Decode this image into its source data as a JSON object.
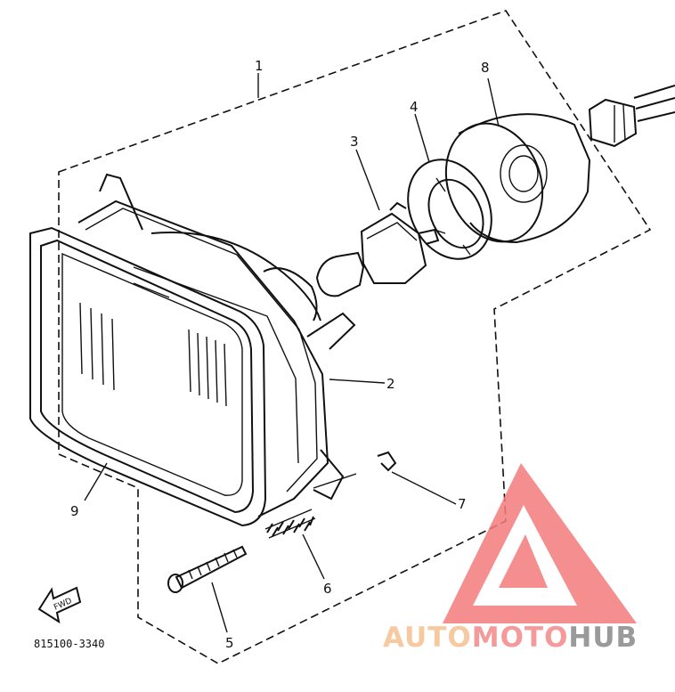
{
  "callouts": {
    "c1": "1",
    "c2": "2",
    "c3": "3",
    "c4": "4",
    "c5": "5",
    "c6": "6",
    "c7": "7",
    "c8": "8",
    "c9": "9"
  },
  "fwd_label": "FWD",
  "diagram_code": "815100-3340",
  "watermark": {
    "part1": "AUTO",
    "part2": "MOTO",
    "part3": "HUB",
    "colors": {
      "auto": "#f7c9a0",
      "moto": "#f59a9a",
      "hub": "#9a9a9a",
      "logo": "#f47c7c"
    }
  }
}
